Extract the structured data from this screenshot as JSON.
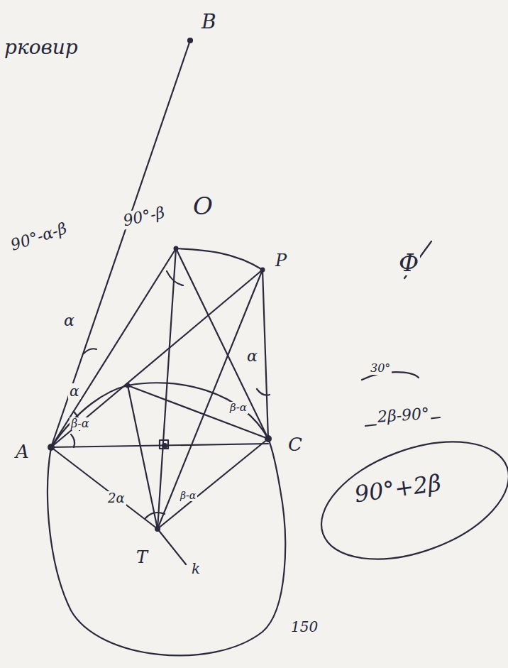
{
  "diagram": {
    "labels": [
      "рковир",
      "B",
      "90°-α-β",
      "90°-β",
      "O",
      "P",
      "Ф",
      "α",
      "α",
      "β-α",
      "α",
      "β-α",
      "A",
      "C",
      "T",
      "2α",
      "β-α",
      "k",
      "30°",
      "2β-90°",
      "90°+2β",
      "150"
    ]
  }
}
